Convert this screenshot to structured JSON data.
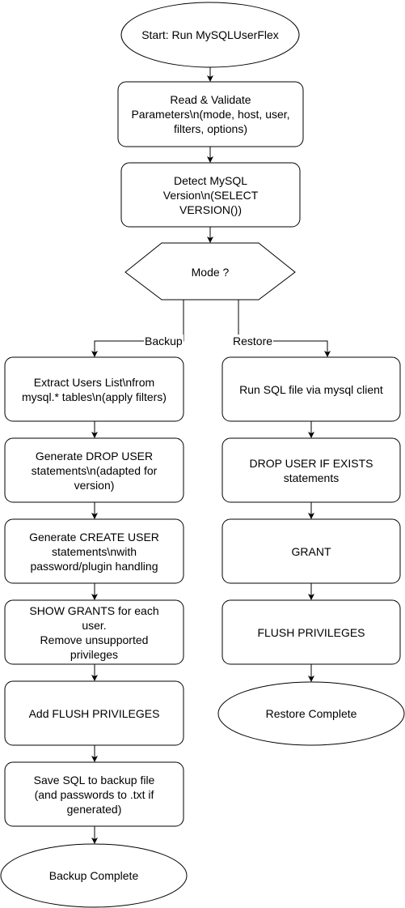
{
  "diagram": {
    "start": "Start: Run MySQLUserFlex",
    "read_params": "Read & Validate\nParameters\\n(mode, host, user,\nfilters, options)",
    "detect_version": "Detect MySQL\nVersion\\n(SELECT\nVERSION())",
    "mode_decision": "Mode ?",
    "branch_backup_label": "Backup",
    "branch_restore_label": "Restore",
    "backup_steps": [
      "Extract Users List\\nfrom\nmysql.* tables\\n(apply filters)",
      "Generate DROP USER\nstatements\\n(adapted for\nversion)",
      "Generate CREATE USER\nstatements\\nwith\npassword/plugin handling",
      "SHOW GRANTS for each\nuser.\nRemove unsupported\nprivileges",
      "Add FLUSH PRIVILEGES",
      "Save SQL to backup file\n(and passwords to .txt if\ngenerated)"
    ],
    "backup_end": "Backup Complete",
    "restore_steps": [
      "Run SQL file via mysql client",
      "DROP USER IF EXISTS\nstatements",
      "GRANT",
      "FLUSH PRIVILEGES"
    ],
    "restore_end": "Restore Complete"
  },
  "colors": {
    "stroke": "#000000",
    "fill": "#ffffff",
    "text": "#000000"
  }
}
